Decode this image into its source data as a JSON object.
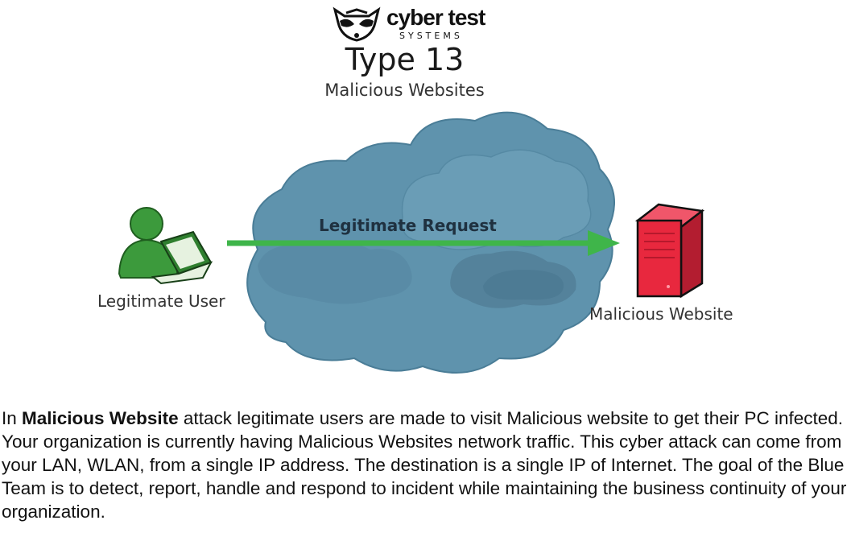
{
  "logo": {
    "brand": "cyber test",
    "sub": "SYSTEMS"
  },
  "header": {
    "title": "Type 13",
    "subtitle": "Malicious Websites"
  },
  "diagram": {
    "user_label": "Legitimate User",
    "request_label": "Legitimate Request",
    "website_label": "Malicious Website",
    "colors": {
      "cloud": "#5f93ad",
      "arrow": "#3fb54a",
      "user": "#3c9a3c",
      "server": "#e8283e"
    }
  },
  "description": {
    "prefix": "In ",
    "bold": "Malicious Website",
    "rest": " attack legitimate users are made to visit Malicious website to get their PC infected.  Your organization is currently having Malicious Websites network traffic. This cyber attack can come from your LAN, WLAN, from a single IP address. The destination is a single IP of Internet. The goal of the Blue Team is to detect, report, handle and respond to incident while maintaining the business continuity of your organization."
  }
}
